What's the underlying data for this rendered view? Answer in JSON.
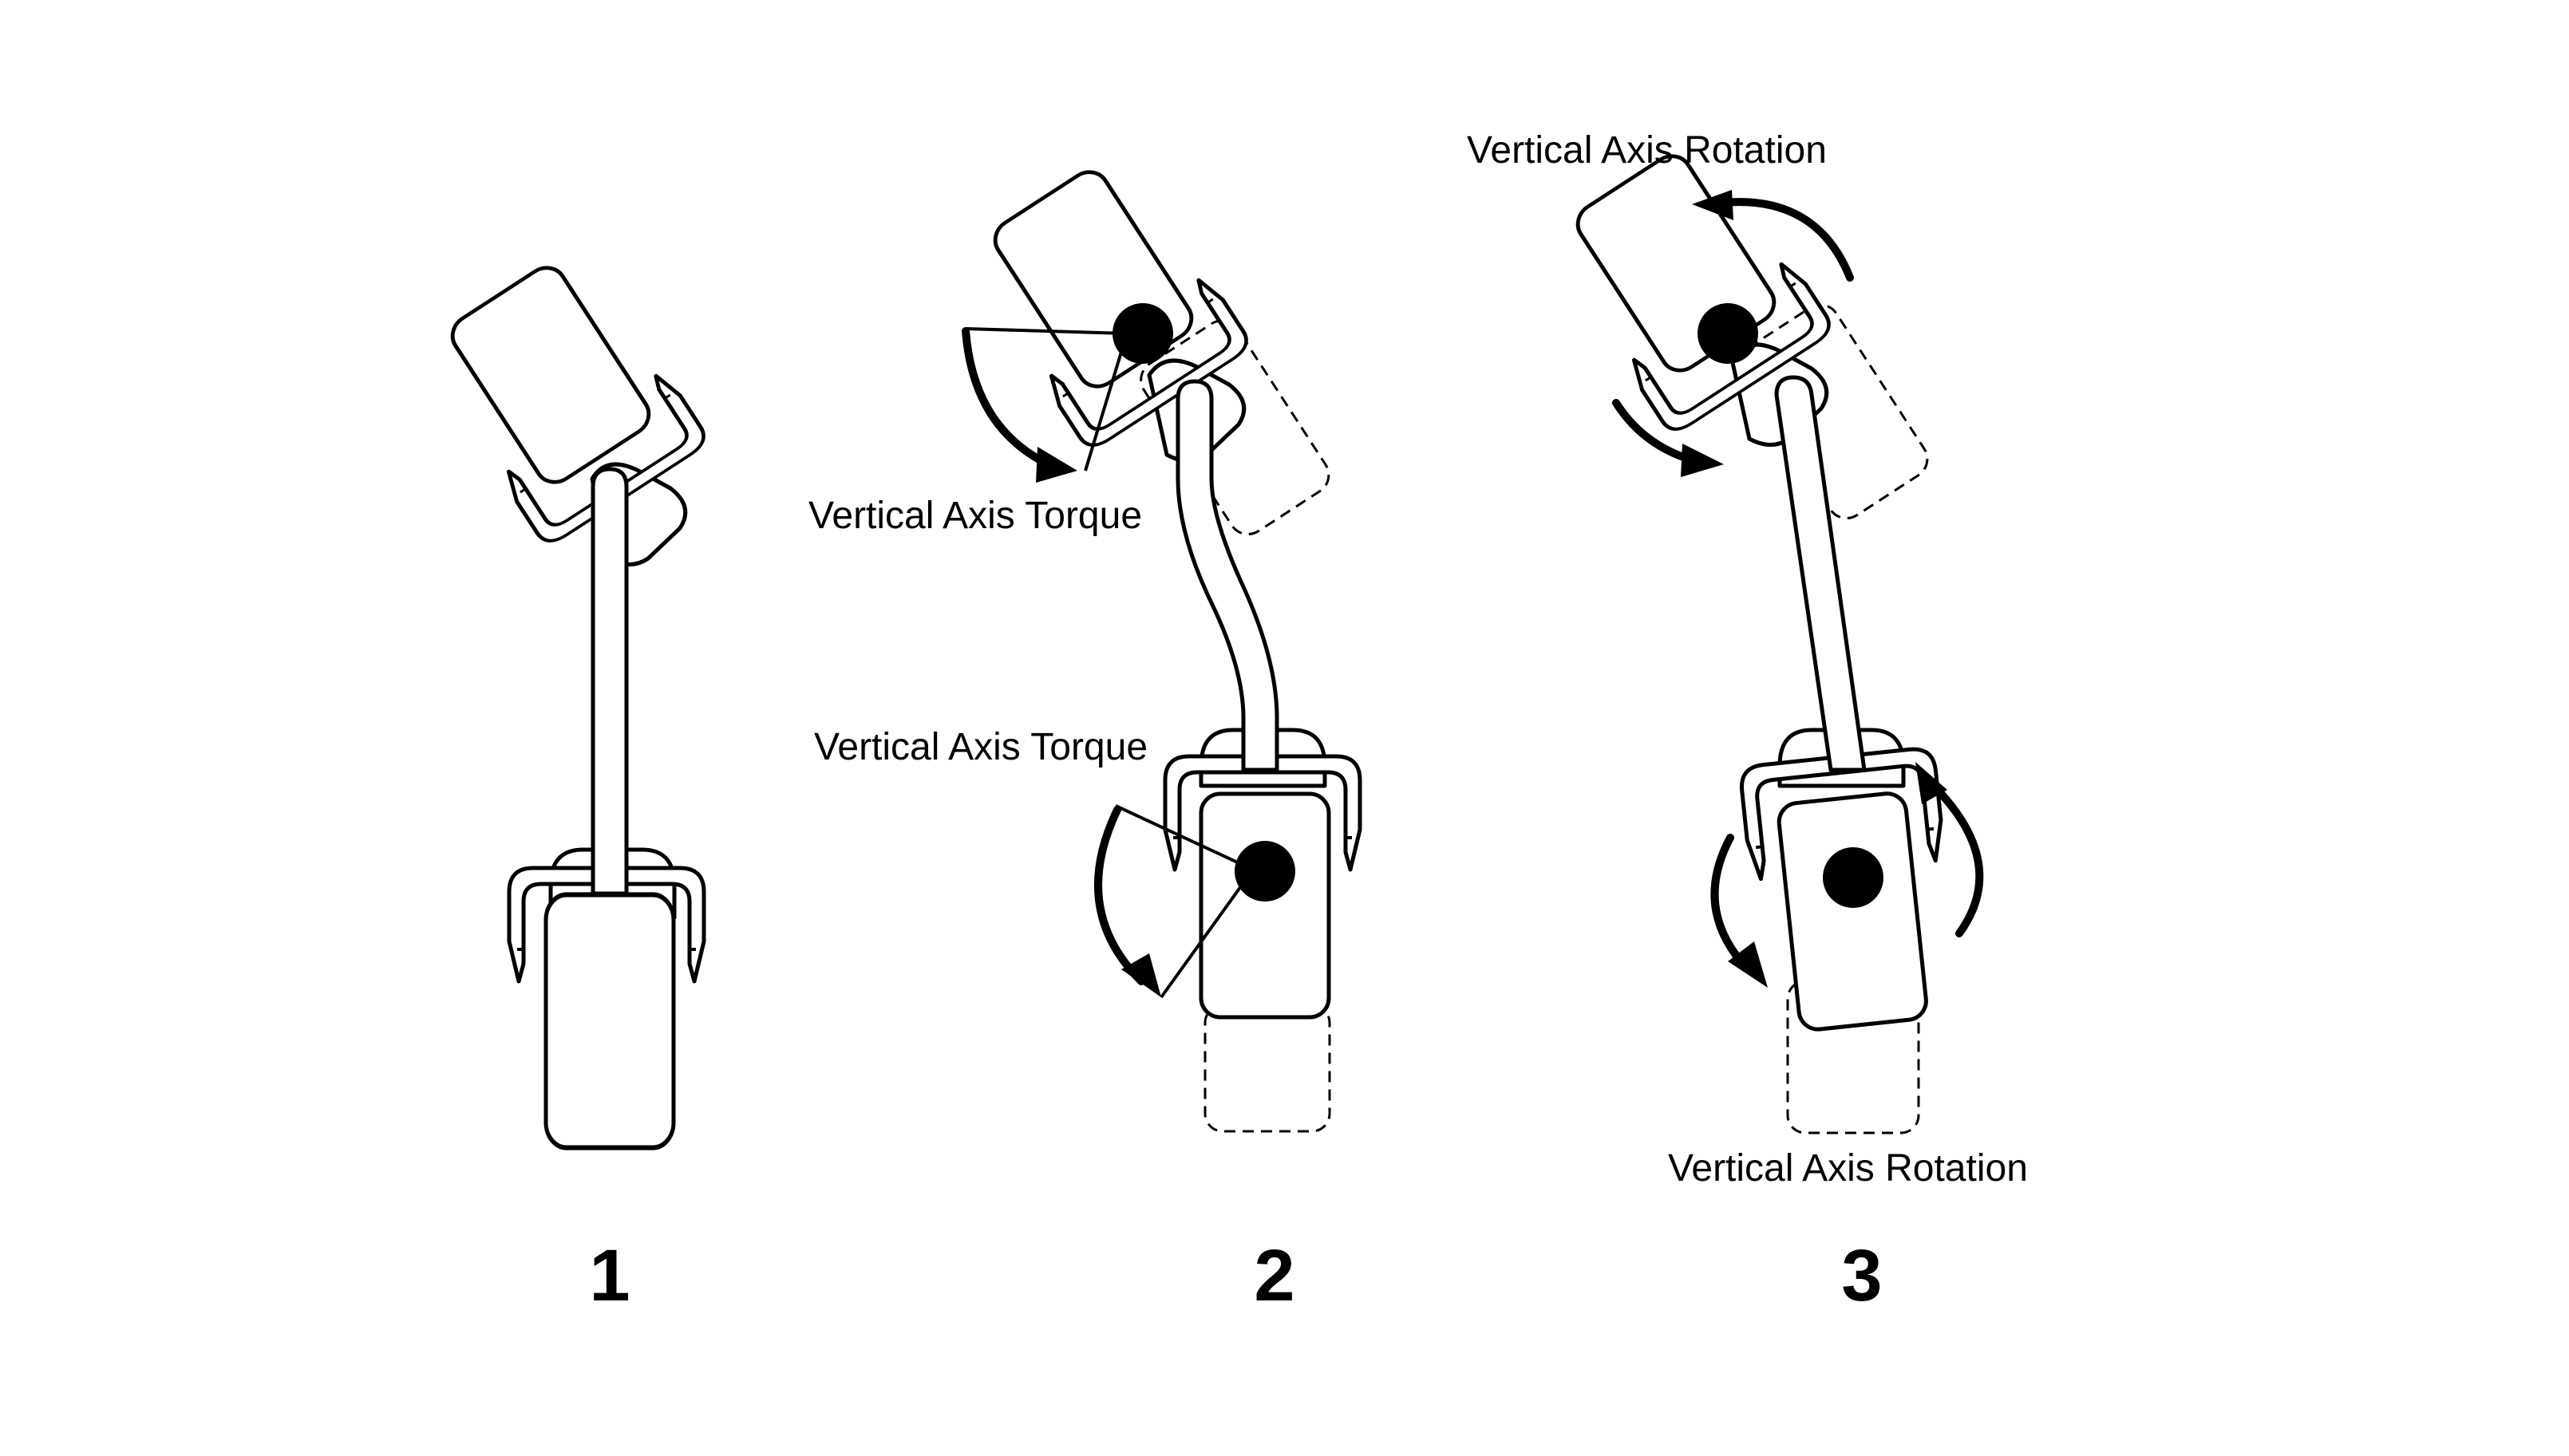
{
  "labels": {
    "torque_upper": "Vertical Axis Torque",
    "torque_lower": "Vertical Axis Torque",
    "rotation_upper": "Vertical Axis Rotation",
    "rotation_lower": "Vertical Axis Rotation"
  },
  "panels": [
    {
      "number": "1"
    },
    {
      "number": "2"
    },
    {
      "number": "3"
    }
  ]
}
